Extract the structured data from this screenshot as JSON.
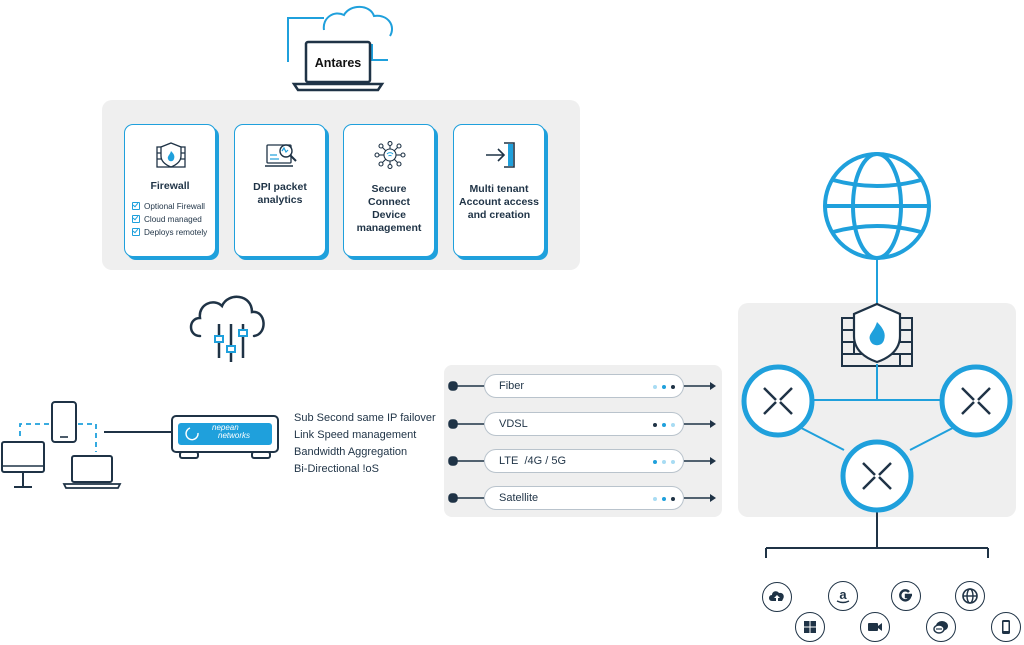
{
  "top_app": {
    "label": "Antares"
  },
  "cards": [
    {
      "title": "Firewall",
      "icon": "firewall-shield-icon",
      "items": [
        "Optional Firewall",
        "Cloud managed",
        "Deploys remotely"
      ]
    },
    {
      "title": "DPI packet analytics",
      "icon": "dpi-magnifier-icon"
    },
    {
      "title": "Secure Connect Device management",
      "icon": "device-network-icon"
    },
    {
      "title": "Multi tenant Account access and creation",
      "icon": "login-door-icon"
    }
  ],
  "edge_device": {
    "brand_line1": "nepean",
    "brand_line2": "networks"
  },
  "features": [
    "Sub Second same IP failover",
    "Link Speed management",
    "Bandwidth Aggregation",
    "Bi-Directional !oS"
  ],
  "wan_links": [
    "Fiber",
    "VDSL",
    "LTE  /4G / 5G",
    "Satellite"
  ],
  "services": [
    "cloud-upload-icon",
    "amazon-icon",
    "google-icon",
    "globe-icon",
    "windows-icon",
    "video-camera-icon",
    "chat-icon",
    "mobile-phone-icon"
  ],
  "colors": {
    "accent": "#1fa0dc",
    "dark": "#1f3346",
    "panel": "#efefef"
  }
}
